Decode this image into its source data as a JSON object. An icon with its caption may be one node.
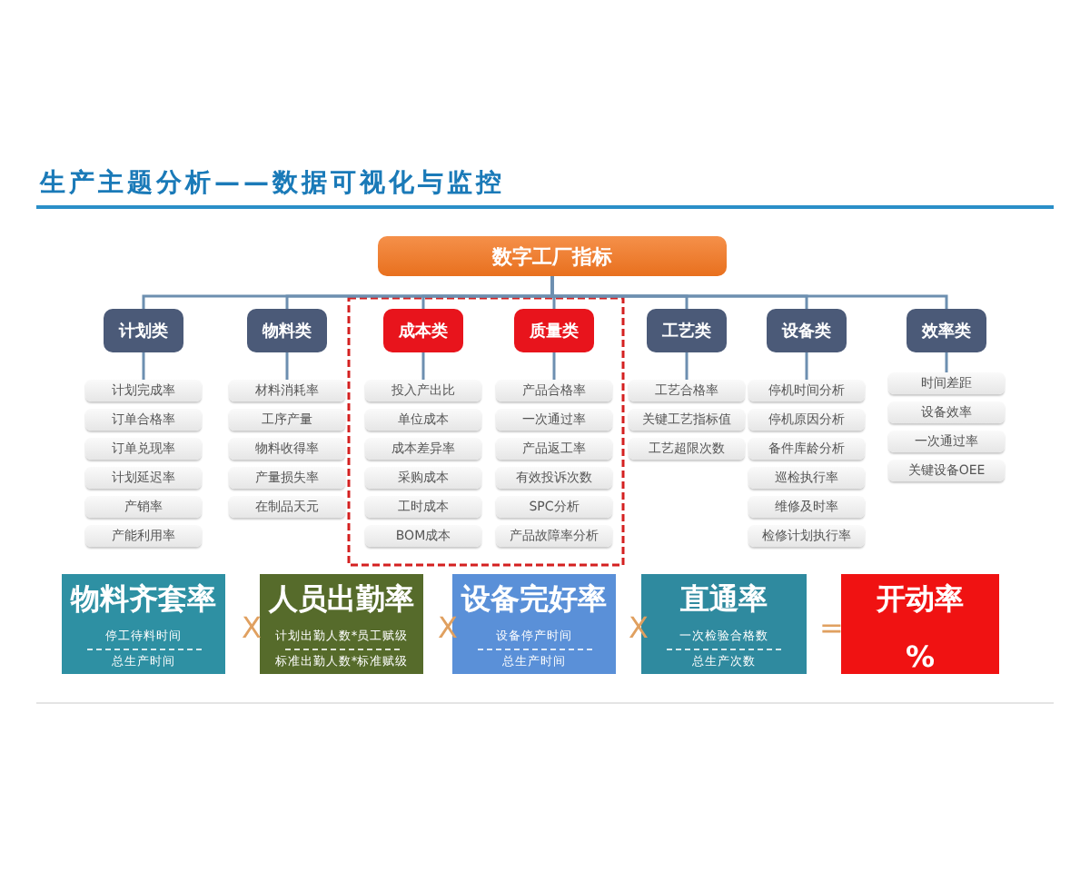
{
  "diagram": {
    "title": "生产主题分析——数据可视化与监控",
    "nodes": [
      {
        "text": [
          "数字工厂指标"
        ]
      },
      {
        "text": [
          "计划类"
        ]
      },
      {
        "text": [
          "物料类"
        ]
      },
      {
        "text": [
          "成本类"
        ]
      },
      {
        "text": [
          "质量类"
        ]
      },
      {
        "text": [
          "工艺类"
        ]
      },
      {
        "text": [
          "设备类"
        ]
      },
      {
        "text": [
          "效率类"
        ]
      },
      {
        "text": [
          "计划完成率"
        ]
      },
      {
        "text": [
          "订单合格率"
        ]
      },
      {
        "text": [
          "订单兑现率"
        ]
      },
      {
        "text": [
          "计划延迟率"
        ]
      },
      {
        "text": [
          "产销率"
        ]
      },
      {
        "text": [
          "产能利用率"
        ]
      },
      {
        "text": [
          "材料消耗率"
        ]
      },
      {
        "text": [
          "工序产量"
        ]
      },
      {
        "text": [
          "物料收得率"
        ]
      },
      {
        "text": [
          "产量损失率"
        ]
      },
      {
        "text": [
          "在制品天元"
        ]
      },
      {
        "text": [
          "投入产出比"
        ]
      },
      {
        "text": [
          "单位成本"
        ]
      },
      {
        "text": [
          "成本差异率"
        ]
      },
      {
        "text": [
          "采购成本"
        ]
      },
      {
        "text": [
          "工时成本"
        ]
      },
      {
        "text": [
          "BOM成本"
        ]
      },
      {
        "text": [
          "产品合格率"
        ]
      },
      {
        "text": [
          "一次通过率"
        ]
      },
      {
        "text": [
          "产品返工率"
        ]
      },
      {
        "text": [
          "有效投诉次数"
        ]
      },
      {
        "text": [
          "SPC分析"
        ]
      },
      {
        "text": [
          "产品故障率分析"
        ]
      },
      {
        "text": [
          "工艺合格率"
        ]
      },
      {
        "text": [
          "关键工艺指标值"
        ]
      },
      {
        "text": [
          "工艺超限次数"
        ]
      },
      {
        "text": [
          "停机时间分析"
        ]
      },
      {
        "text": [
          "停机原因分析"
        ]
      },
      {
        "text": [
          "备件库龄分析"
        ]
      },
      {
        "text": [
          "巡检执行率"
        ]
      },
      {
        "text": [
          "维修及时率"
        ]
      },
      {
        "text": [
          "检修计划执行率"
        ]
      },
      {
        "text": [
          "时间差距"
        ]
      },
      {
        "text": [
          "设备效率"
        ]
      },
      {
        "text": [
          "一次通过率"
        ]
      },
      {
        "text": [
          "关键设备OEE"
        ]
      },
      {
        "text": [
          "物料齐套率",
          "停工待料时间",
          "总生产时间"
        ]
      },
      {
        "text": [
          "人员出勤率",
          "计划出勤人数*员工赋级",
          "标准出勤人数*标准赋级"
        ]
      },
      {
        "text": [
          "设备完好率",
          "设备停产时间",
          "总生产时间"
        ]
      },
      {
        "text": [
          "直通率",
          "一次检验合格数",
          "总生产次数"
        ]
      },
      {
        "text": [
          "开动率",
          "%"
        ]
      }
    ],
    "edges": [
      {
        "from": 0,
        "to": 1,
        "arrow": "none"
      },
      {
        "from": 0,
        "to": 2,
        "arrow": "none"
      },
      {
        "from": 0,
        "to": 3,
        "arrow": "none"
      },
      {
        "from": 0,
        "to": 4,
        "arrow": "none"
      },
      {
        "from": 0,
        "to": 5,
        "arrow": "none"
      },
      {
        "from": 0,
        "to": 6,
        "arrow": "none"
      },
      {
        "from": 0,
        "to": 7,
        "arrow": "none"
      },
      {
        "from": 1,
        "to": 8,
        "arrow": "none"
      },
      {
        "from": 2,
        "to": 14,
        "arrow": "none"
      },
      {
        "from": 3,
        "to": 19,
        "arrow": "none"
      },
      {
        "from": 4,
        "to": 25,
        "arrow": "none"
      },
      {
        "from": 5,
        "to": 31,
        "arrow": "none"
      },
      {
        "from": 6,
        "to": 34,
        "arrow": "none"
      },
      {
        "from": 7,
        "to": 40,
        "arrow": "none"
      }
    ],
    "labels": [
      "X",
      "X",
      "X",
      "="
    ]
  }
}
